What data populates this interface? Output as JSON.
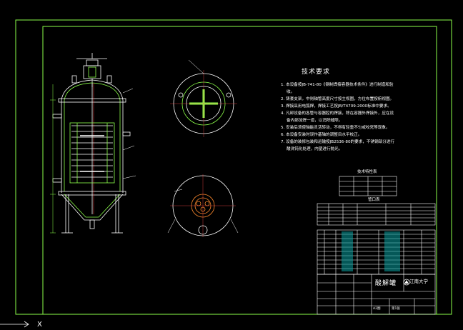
{
  "drawing": {
    "requirements_title": "技术要求",
    "requirements": [
      {
        "text": "1. 本设备按JB-741-80《钢制焊接容器技术条件》进行制造和验",
        "cont": false
      },
      {
        "text": "收。",
        "cont": true
      },
      {
        "text": "2. 铸套支架，中则轴管高度尺寸按主视图，方位布置按俯视图。",
        "cont": false
      },
      {
        "text": "3. 焊接采用电弧焊，焊接工艺按JB/T4709-2000标准中要求。",
        "cont": false
      },
      {
        "text": "4. 凡卸设备的各管与容器腔的焊接，除在容器外焊接外，应在设",
        "cont": false
      },
      {
        "text": "备内部加焊一道，以消除缝隙。",
        "cont": true
      },
      {
        "text": "5. 安装后须使轴能灵活转动，不得有轻重不匀或咬死等现象。",
        "cont": false
      },
      {
        "text": "6. 本设备安装时误作基轴的调整目水平校正。",
        "cont": false
      },
      {
        "text": "7. 设备的装修包装和运输按JB2536-80的要求，不锈钢部分进行",
        "cont": false
      },
      {
        "text": "酸洗钝化处理，内壁进行抛光。",
        "cont": true
      }
    ],
    "tech_table_title": "技术特性表",
    "nozzle_table_title": "管口表",
    "title_block": {
      "name": "酸解罐",
      "org": "江南大学",
      "scale_label": "A2图",
      "sheet_label": "第1张"
    }
  },
  "cad": {
    "cursor_label": "X"
  }
}
